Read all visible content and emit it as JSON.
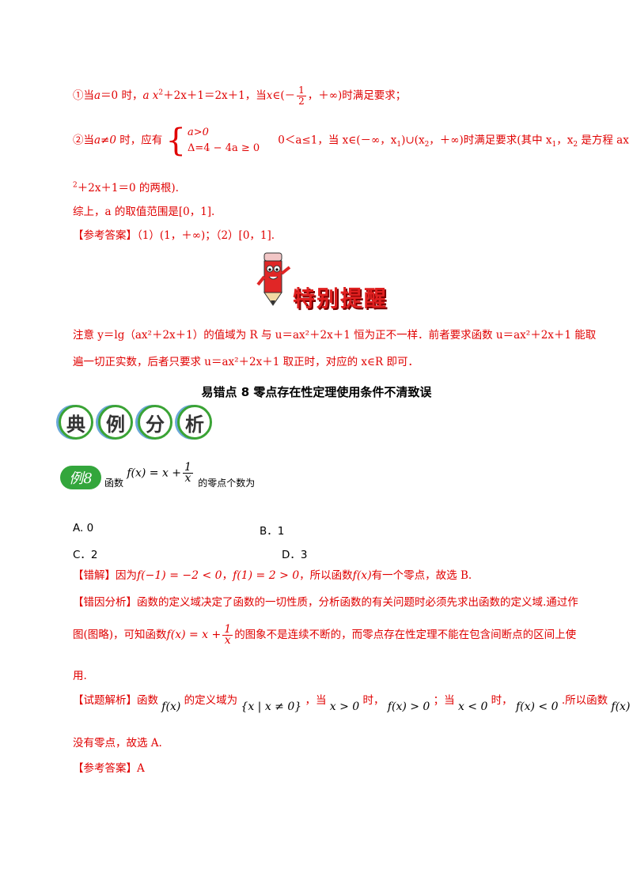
{
  "sol2": {
    "l1_text_a": "①当",
    "l1_a": "a",
    "l1_text_b": "＝0 时，",
    "l1_expr": "a x",
    "l1_expr_b": "＋2x＋1＝2x＋1，当",
    "l1_x": "x",
    "l1_in": "∈(－",
    "l1_frac_num": "1",
    "l1_frac_den": "2",
    "l1_tail": "，＋∞)时满足要求；",
    "l2_text_a": "②当",
    "l2_cond": "a≠0",
    "l2_text_b": " 时，应有",
    "l2_sys1": "a>0",
    "l2_sys2": "Δ=4 − 4a ≥ 0",
    "l2_tail": "0＜a≤1，当 x∈(－∞，x",
    "l2_tail_b": ")∪(x",
    "l2_tail_c": "，＋∞)时满足要求(其中 x",
    "l2_tail_d": "，x",
    "l2_tail_e": " 是方程 ax",
    "l3": "＋2x＋1＝0 的两根).",
    "l4": "综上，a 的取值范围是[0，1].",
    "l5": "【参考答案】（1）(1，＋∞)；（2）[0，1]."
  },
  "reminder": {
    "title": "特别提醒",
    "l1": "注意 y＝lg（ax²＋2x＋1）的值域为 R 与 u＝ax²＋2x＋1 恒为正不一样．前者要求函数 u＝ax²＋2x＋1 能取",
    "l2": "遍一切正实数，后者只要求 u＝ax²＋2x＋1 取正时，对应的 x∈R 即可．"
  },
  "section": {
    "heading": "易错点 8   零点存在性定理使用条件不清致误",
    "banner": [
      "典",
      "例",
      "分",
      "析"
    ]
  },
  "example": {
    "badge": "例8",
    "prefix": "函数",
    "func": "f(x) = x +",
    "frac_num": "1",
    "frac_den": "x",
    "suffix": "的零点个数为",
    "choices": [
      "A. 0",
      "B．1",
      "C．2",
      "D．3"
    ]
  },
  "wrong": {
    "tag": "【错解】",
    "text_a": "因为",
    "expr1": "f(−1) = −2 < 0",
    "text_b": "，",
    "expr2": "f(1) = 2 > 0",
    "text_c": "，所以函数",
    "expr3": "f(x)",
    "text_d": "有一个零点，故选 B."
  },
  "analysis": {
    "tag": "【错因分析】",
    "l1": "函数的定义域决定了函数的一切性质，分析函数的有关问题时必须先求出函数的定义域.通过作",
    "l2_a": "图(图略)，可知函数",
    "l2_func": "f(x) = x +",
    "l2_num": "1",
    "l2_den": "x",
    "l2_b": "的图象不是连续不断的，而零点存在性定理不能在包含间断点的区间上使",
    "l3": "用."
  },
  "solution": {
    "tag": "【试题解析】",
    "a": "函数",
    "f1": "f(x)",
    "b": "的定义域为",
    "dom": "{x | x ≠ 0}",
    "c": "，当",
    "cond1": "x > 0",
    "d": "时，",
    "res1": "f(x) > 0",
    "e": "；当",
    "cond2": "x < 0",
    "f": "时，",
    "res2": "f(x) < 0",
    "g": ".所以函数",
    "f2": "f(x)",
    "l2": "没有零点，故选 A.",
    "answer": "【参考答案】A"
  }
}
